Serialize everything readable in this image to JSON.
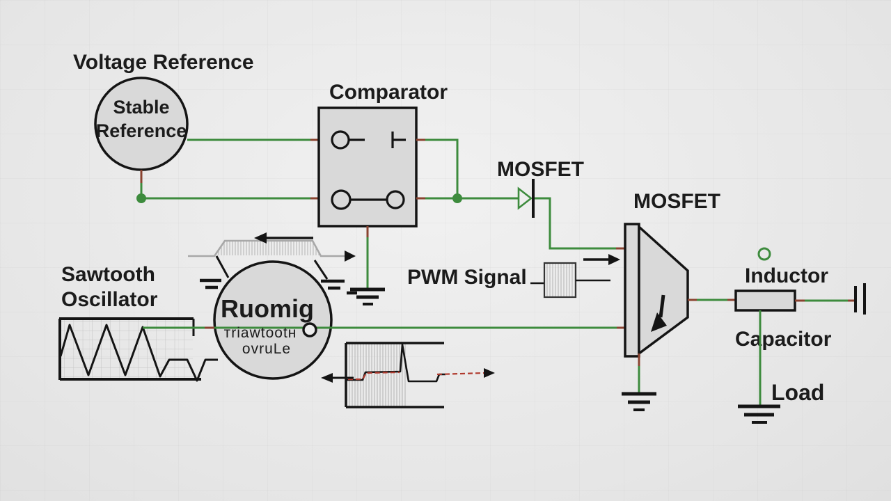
{
  "title": "PWM buck converter control block diagram",
  "colors": {
    "wire": "#3d8b3d",
    "stub": "#8a4330",
    "fill": "#d9d9d9",
    "dash": "#b03a2e",
    "text": "#1b1b1b"
  },
  "labels": {
    "voltage_reference": "Voltage Reference",
    "stable_reference_line1": "Stable",
    "stable_reference_line2": "Reference",
    "comparator": "Comparator",
    "mosfet_diode": "MOSFET",
    "mosfet_main": "MOSFET",
    "pwm_signal": "PWM Signal",
    "sawtooth_line1": "Sawtooth",
    "sawtooth_line2": "Oscillator",
    "oscillator_name": "Ruomig",
    "oscillator_sub1": "тriawtootн",
    "oscillator_sub2": "ovruLe",
    "inductor": "Inductor",
    "capacitor": "Capacitor",
    "load": "Load"
  }
}
